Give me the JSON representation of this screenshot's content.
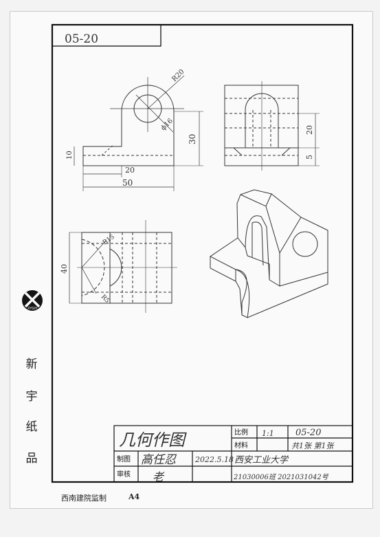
{
  "drawing": {
    "number_box": "05-20",
    "dimensions": {
      "radius_top": "R20",
      "diameter_hole": "ϕ16",
      "height_30": "30",
      "height_10": "10",
      "width_20": "20",
      "width_50": "50",
      "side_20": "20",
      "side_5": "5",
      "top_40": "40",
      "top_r15": "R15",
      "top_r5": "R5"
    }
  },
  "title_block": {
    "title": "几何作图",
    "scale_label": "比例",
    "scale_value": "1:1",
    "material_label": "材料",
    "drawing_no": "05-20",
    "sheet_info": "共1张 第1张",
    "drawn_label": "制图",
    "drawn_name": "高任忍",
    "drawn_date": "2022.5.18",
    "school": "西安工业大学",
    "checked_label": "审核",
    "checked_name": "老",
    "class_info": "21030006班 2021031042号"
  },
  "margin": {
    "logo_text": "XYGH",
    "brand": [
      "新",
      "宇",
      "纸",
      "品"
    ]
  },
  "footer": {
    "publisher": "西南建院监制",
    "paper_size": "A4"
  }
}
